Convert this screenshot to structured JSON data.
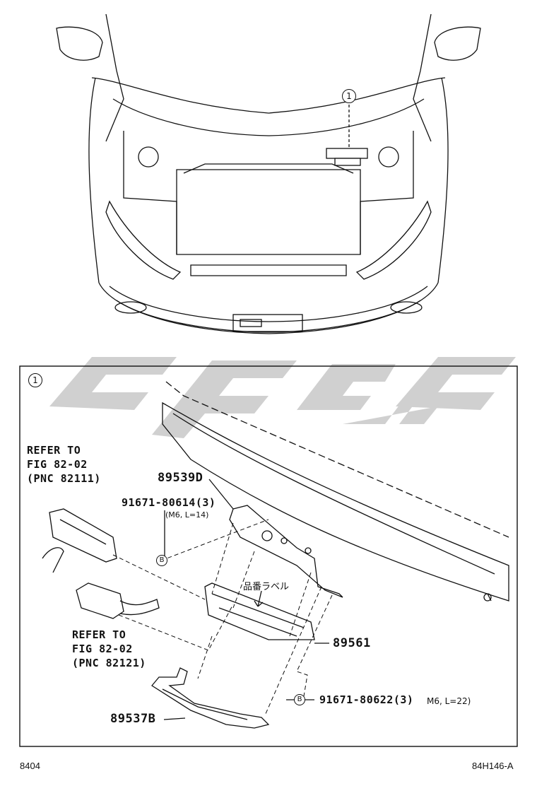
{
  "callout_main": "1",
  "detail_panel_number": "1",
  "refer_upper": [
    "REFER TO",
    "FIG 82-02",
    "(PNC 82111)"
  ],
  "refer_lower": [
    "REFER TO",
    "FIG 82-02",
    "(PNC 82121)"
  ],
  "part_89539d": "89539D",
  "bolt_upper_code": "91671-80614(3)",
  "bolt_upper_spec": "(M6, L=14)",
  "bolt_ref_letter": "B",
  "label_jp": "品番ラベル",
  "part_89561": "89561",
  "bolt_lower_code": "91671-80622(3)",
  "bolt_lower_spec": "M6, L=22)",
  "part_89537b": "89537B",
  "footer_left": "8404",
  "footer_right": "84H146-A"
}
